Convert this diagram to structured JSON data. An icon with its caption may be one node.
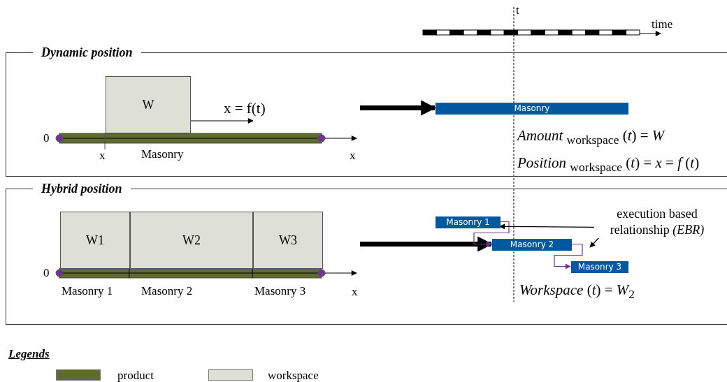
{
  "diagram": {
    "nodes": [
      {
        "text": [
          "Dynamic position"
        ]
      },
      {
        "text": [
          "W"
        ],
        "in": 0
      },
      {
        "text": [
          "Masonry"
        ],
        "in": 0
      },
      {
        "text": [
          "Hybrid position"
        ]
      },
      {
        "text": [
          "W1"
        ],
        "in": 3
      },
      {
        "text": [
          "W2"
        ],
        "in": 3
      },
      {
        "text": [
          "W3"
        ],
        "in": 3
      },
      {
        "text": [
          "Masonry 1"
        ],
        "in": 3
      },
      {
        "text": [
          "Masonry 2"
        ],
        "in": 3
      },
      {
        "text": [
          "Masonry 3"
        ],
        "in": 3
      },
      {
        "text": [
          "execution based relationship *(EBR)*"
        ],
        "in": 3
      }
    ],
    "edges": [
      {
        "from": null,
        "to": 2,
        "arrow": "to",
        "style": "thick"
      },
      {
        "from": null,
        "to": 8,
        "arrow": "to",
        "style": "thick"
      },
      {
        "from": 7,
        "to": 8,
        "arrow": "to",
        "color": "#7030a0"
      },
      {
        "from": 8,
        "to": 9,
        "arrow": "to",
        "color": "#7030a0"
      },
      {
        "from": 10,
        "to": 7,
        "arrow": "to"
      },
      {
        "from": 10,
        "to": null,
        "arrow": "to"
      }
    ],
    "labels": [
      "t",
      "time",
      "x = f(t)",
      "0",
      "x",
      "Masonry",
      "x",
      "*Amount* $_{workspace}$ (*t*) = *W*",
      "*Position* $_{workspace}$ (*t*) = *x* = *f* (*t*)",
      "0",
      "Masonry 1",
      "Masonry 2",
      "Masonry 3",
      "x",
      "*Workspace* (*t*) = *W*$_{2}$",
      "Legends"
    ],
    "legend": [
      {
        "text": "product",
        "color": "#5e6b32"
      },
      {
        "text": "workspace",
        "color": "#dfe0d5"
      }
    ]
  }
}
